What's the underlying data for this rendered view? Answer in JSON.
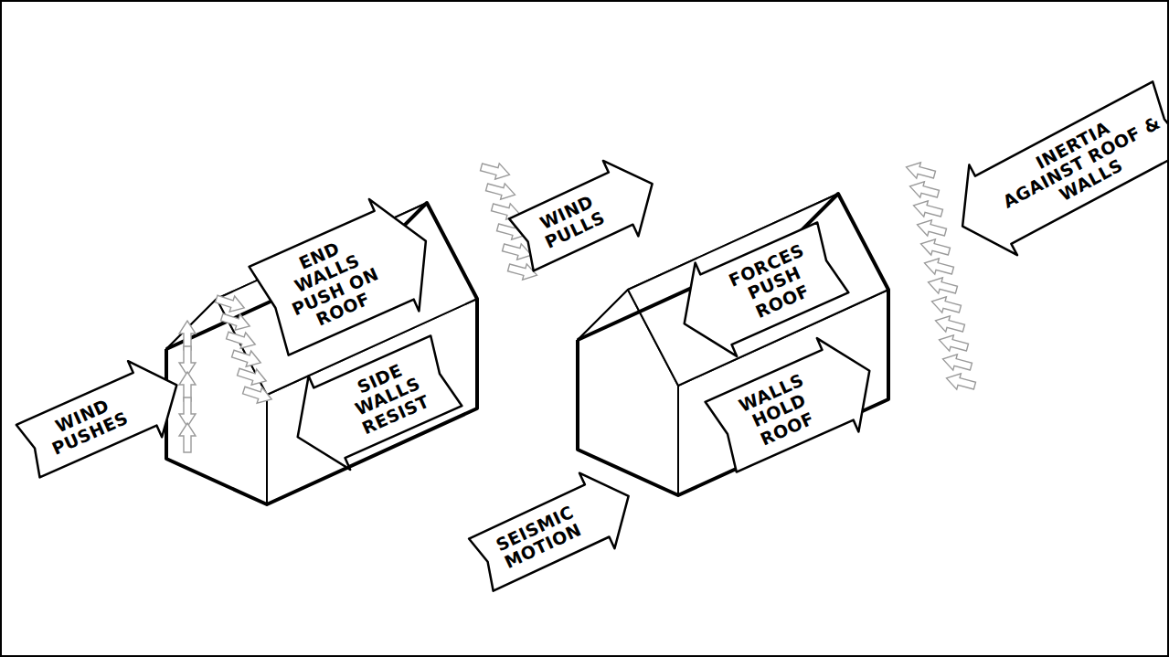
{
  "diagram": {
    "nodes": [
      {
        "text": [
          "END WALLS PUSH ON ROOF"
        ]
      },
      {
        "text": [
          "SIDE WALLS RESIST"
        ]
      },
      {
        "text": [
          "WIND PUSHES"
        ]
      },
      {
        "text": [
          "WIND PULLS"
        ]
      },
      {
        "text": [
          "INERTIA AGAINST ROOF & WALLS"
        ]
      },
      {
        "text": [
          "FORCES PUSH ROOF"
        ]
      },
      {
        "text": [
          "WALLS HOLD ROOF"
        ]
      },
      {
        "text": [
          "SEISMIC MOTION"
        ]
      }
    ]
  }
}
